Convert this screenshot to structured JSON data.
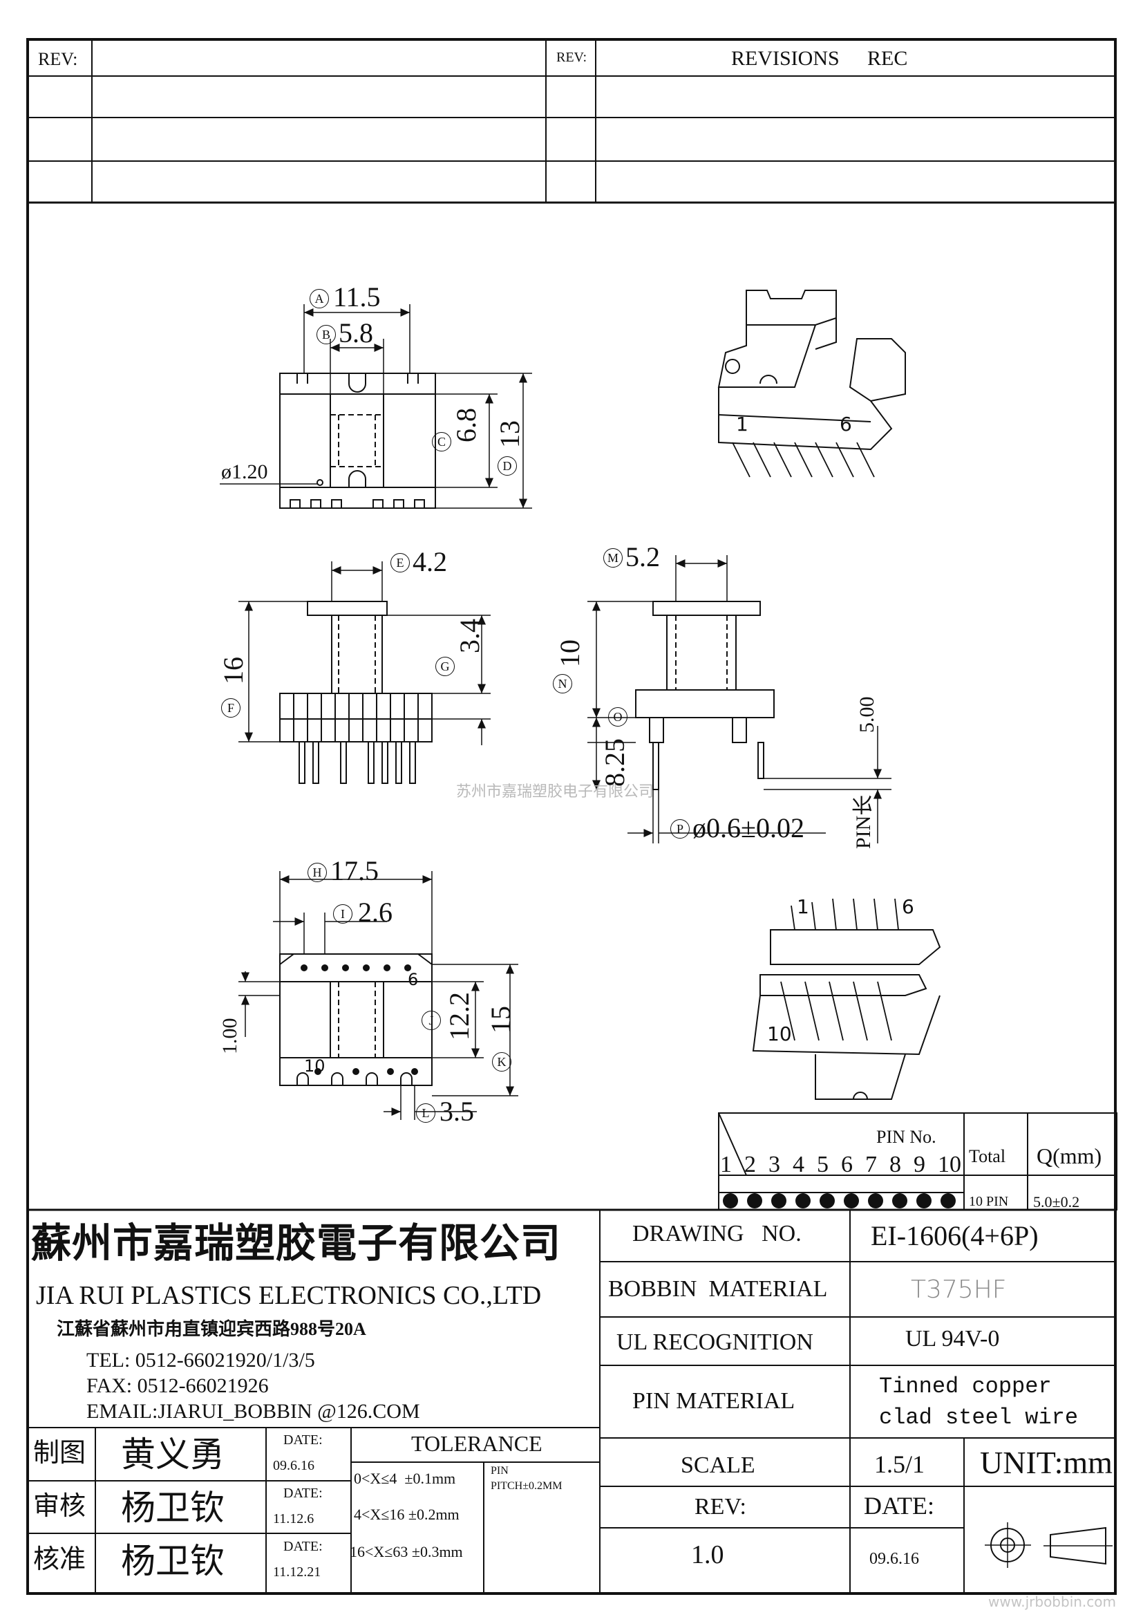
{
  "revision_table": {
    "rev_label_left": "REV:",
    "rev_label_right": "REV:",
    "revisions_label": "REVISIONS",
    "rec_label": "REC"
  },
  "dimensions": {
    "A": {
      "letter": "A",
      "value": "11.5"
    },
    "B": {
      "letter": "B",
      "value": "5.8"
    },
    "C": {
      "letter": "C",
      "value": "6.8"
    },
    "D": {
      "letter": "D",
      "value": "13"
    },
    "hole": "ø1.20",
    "E": {
      "letter": "E",
      "value": "4.2"
    },
    "F": {
      "letter": "F",
      "value": "16"
    },
    "G": {
      "letter": "G",
      "value": "3.4"
    },
    "M": {
      "letter": "M",
      "value": "5.2"
    },
    "N": {
      "letter": "N",
      "value": "10"
    },
    "O": {
      "letter": "O",
      "value": "8.25"
    },
    "P": {
      "letter": "P",
      "value": "ø0.6±0.02"
    },
    "pin_len_value": "5.00",
    "pin_len_label": "PIN长",
    "H": {
      "letter": "H",
      "value": "17.5"
    },
    "I": {
      "letter": "I",
      "value": "2.6"
    },
    "J": {
      "letter": "J",
      "value": "12.2"
    },
    "K": {
      "letter": "K",
      "value": "15"
    },
    "L": {
      "letter": "L",
      "value": "3.5"
    },
    "left_offset": "1.00"
  },
  "iso_pin_labels": {
    "top_first": "1",
    "top_last": "6",
    "bottom_first": "10",
    "bottom_last": "6",
    "top_view_first": "1",
    "top_view_last": "6"
  },
  "bottom_view_pin_labels": {
    "right": "6",
    "left": "10"
  },
  "watermark_text": "苏州市嘉瑞塑胶电子有限公司",
  "pin_table": {
    "header": "PIN No.",
    "total_label": "Total",
    "q_label": "Q(mm)",
    "pins": [
      "1",
      "2",
      "3",
      "4",
      "5",
      "6",
      "7",
      "8",
      "9",
      "10"
    ],
    "total_value": "10 PIN",
    "q_value": "5.0±0.2"
  },
  "company": {
    "name_cn": "蘇州市嘉瑞塑胶電子有限公司",
    "name_en": "JIA RUI PLASTICS ELECTRONICS CO.,LTD",
    "address": "江蘇省蘇州市甪直镇迎宾西路988号20A",
    "tel": "TEL: 0512-66021920/1/3/5",
    "fax": "FAX: 0512-66021926",
    "email": "EMAIL:JIARUI_BOBBIN @126.COM"
  },
  "spec": {
    "drawing_no_label": "DRAWING   NO.",
    "drawing_no": "EI-1606(4+6P)",
    "bobbin_material_label": "BOBBIN  MATERIAL",
    "bobbin_material": "T375HF",
    "ul_label": "UL RECOGNITION",
    "ul_value": "UL 94V-0",
    "pin_material_label": "PIN MATERIAL",
    "pin_material_line1": "Tinned copper",
    "pin_material_line2": "clad steel wire"
  },
  "approvals": [
    {
      "role": "制图",
      "name": "黄义勇",
      "date_label": "DATE:",
      "date": "09.6.16"
    },
    {
      "role": "审核",
      "name": "杨卫钦",
      "date_label": "DATE:",
      "date": "11.12.6"
    },
    {
      "role": "核准",
      "name": "杨卫钦",
      "date_label": "DATE:",
      "date": "11.12.21"
    }
  ],
  "tolerance": {
    "title": "TOLERANCE",
    "rows": [
      "0<X≤4  ±0.1mm",
      "4<X≤16 ±0.2mm",
      "16<X≤63 ±0.3mm"
    ],
    "pin_label": "PIN",
    "pitch_label": "PITCH±0.2MM"
  },
  "scale": {
    "label": "SCALE",
    "value": "1.5/1",
    "unit": "UNIT:mm",
    "rev_label": "REV:",
    "rev_value": "1.0",
    "date_label": "DATE:",
    "date_value": "09.6.16"
  },
  "footer_watermark": "www.jrbobbin.com"
}
